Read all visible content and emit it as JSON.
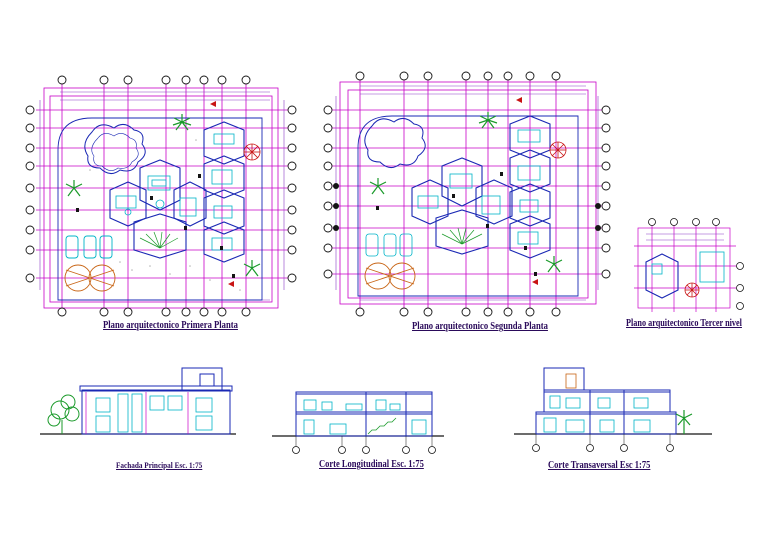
{
  "drawings": {
    "plan_ground": {
      "caption": "Plano arquitectonico Primera Planta"
    },
    "plan_second": {
      "caption": "Plano arquitectonico Segunda Planta"
    },
    "plan_third": {
      "caption": "Plano arquitectonico Tercer nivel"
    },
    "facade": {
      "caption": "Fachada Principal Esc. 1:75"
    },
    "section_long": {
      "caption": "Corte Longitudinal Esc. 1:75"
    },
    "section_trans": {
      "caption": "Corte Transaversal Esc 1:75"
    }
  },
  "colors": {
    "background": "#ffffff",
    "grid_magenta": "#c800c8",
    "dimension_violet": "#8a3cc8",
    "wall_blue": "#1a28b4",
    "fixture_cyan": "#00b4c8",
    "landscape_green": "#1a9a2a",
    "ink_black": "#141414",
    "furniture_orange": "#c86414",
    "accent_red": "#c81414"
  }
}
